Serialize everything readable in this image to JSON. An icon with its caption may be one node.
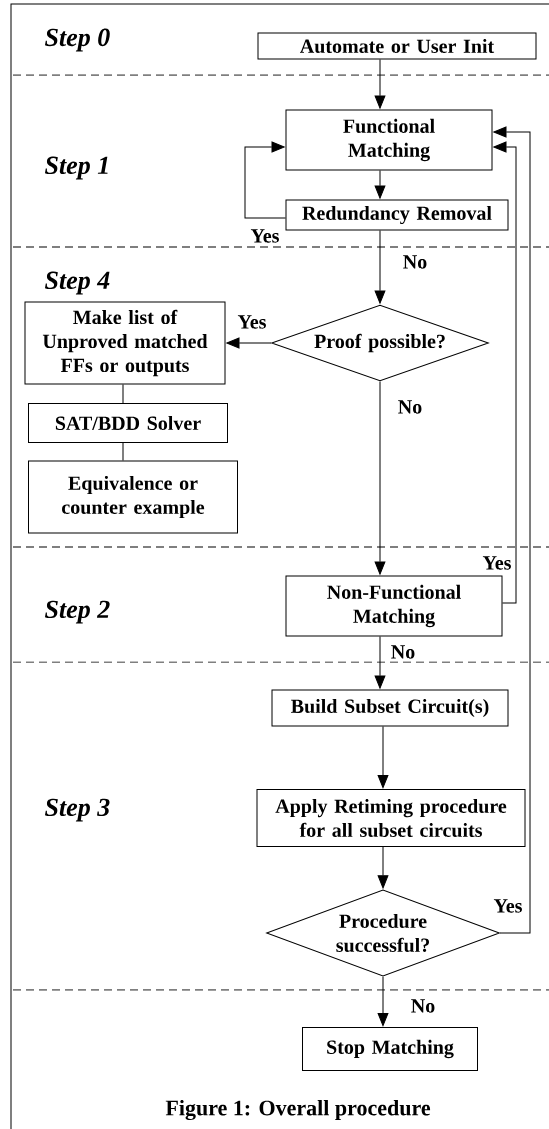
{
  "diagram": {
    "caption": "Figure 1: Overall procedure",
    "nodes": [
      {
        "text": [
          "Automate or User Init"
        ]
      },
      {
        "text": [
          "Functional Matching"
        ]
      },
      {
        "text": [
          "Redundancy Removal"
        ]
      },
      {
        "text": [
          "Proof possible?"
        ]
      },
      {
        "text": [
          "Make list of Unproved matched FFs or outputs"
        ]
      },
      {
        "text": [
          "SAT/BDD Solver"
        ]
      },
      {
        "text": [
          "Equivalence or counter example"
        ]
      },
      {
        "text": [
          "Non-Functional Matching"
        ]
      },
      {
        "text": [
          "Build Subset Circuit(s)"
        ]
      },
      {
        "text": [
          "Apply Retiming procedure for all subset circuits"
        ]
      },
      {
        "text": [
          "Procedure successful?"
        ]
      },
      {
        "text": [
          "Stop Matching"
        ]
      }
    ],
    "edges": [
      {
        "from": 0,
        "to": 1,
        "arrow": "to"
      },
      {
        "from": 1,
        "to": 2,
        "arrow": "to"
      },
      {
        "from": 2,
        "to": 1,
        "arrow": "to",
        "label": "Yes"
      },
      {
        "from": 2,
        "to": 3,
        "arrow": "to",
        "label": "No"
      },
      {
        "from": 3,
        "to": 4,
        "arrow": "to",
        "label": "Yes"
      },
      {
        "from": 4,
        "to": 5,
        "arrow": "none"
      },
      {
        "from": 5,
        "to": 6,
        "arrow": "none"
      },
      {
        "from": 3,
        "to": 7,
        "arrow": "to",
        "label": "No"
      },
      {
        "from": 7,
        "to": 1,
        "arrow": "to",
        "label": "Yes"
      },
      {
        "from": 7,
        "to": 8,
        "arrow": "to",
        "label": "No"
      },
      {
        "from": 8,
        "to": 9,
        "arrow": "to"
      },
      {
        "from": 9,
        "to": 10,
        "arrow": "to"
      },
      {
        "from": 10,
        "to": 1,
        "arrow": "to",
        "label": "Yes"
      },
      {
        "from": 10,
        "to": 11,
        "arrow": "to",
        "label": "No"
      }
    ],
    "labels": [
      "Step 0",
      "Step 1",
      "Step 4",
      "Step 2",
      "Step 3"
    ]
  }
}
